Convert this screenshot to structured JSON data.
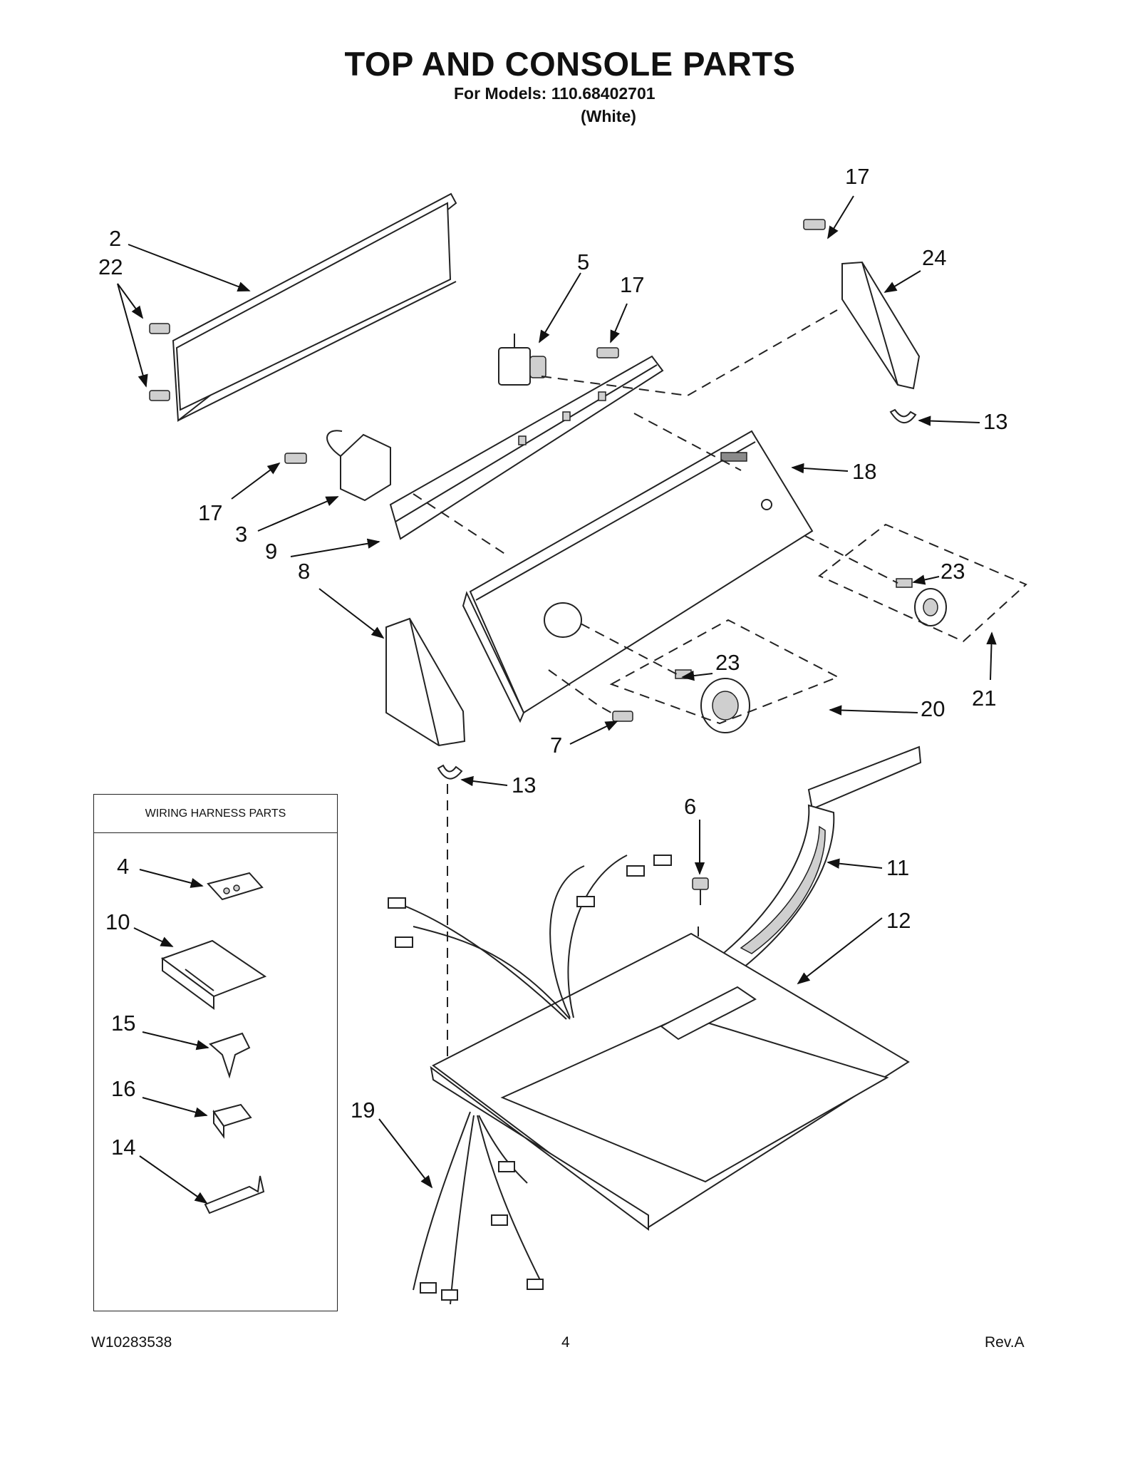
{
  "header": {
    "title": "TOP AND CONSOLE PARTS",
    "models": "For Models: 110.68402701",
    "variant": "(White)"
  },
  "harness_box": {
    "title": "WIRING HARNESS PARTS"
  },
  "callouts": {
    "c2": "2",
    "c22": "22",
    "c5": "5",
    "c17a": "17",
    "c17b": "17",
    "c17c": "17",
    "c24": "24",
    "c13a": "13",
    "c18": "18",
    "c3": "3",
    "c9": "9",
    "c8": "8",
    "c23a": "23",
    "c23b": "23",
    "c21": "21",
    "c20": "20",
    "c7": "7",
    "c13b": "13",
    "c6": "6",
    "c11": "11",
    "c12": "12",
    "c19": "19",
    "c4": "4",
    "c10": "10",
    "c15": "15",
    "c16": "16",
    "c14": "14"
  },
  "footer": {
    "doc_number": "W10283538",
    "page_number": "4",
    "revision": "Rev.A"
  }
}
